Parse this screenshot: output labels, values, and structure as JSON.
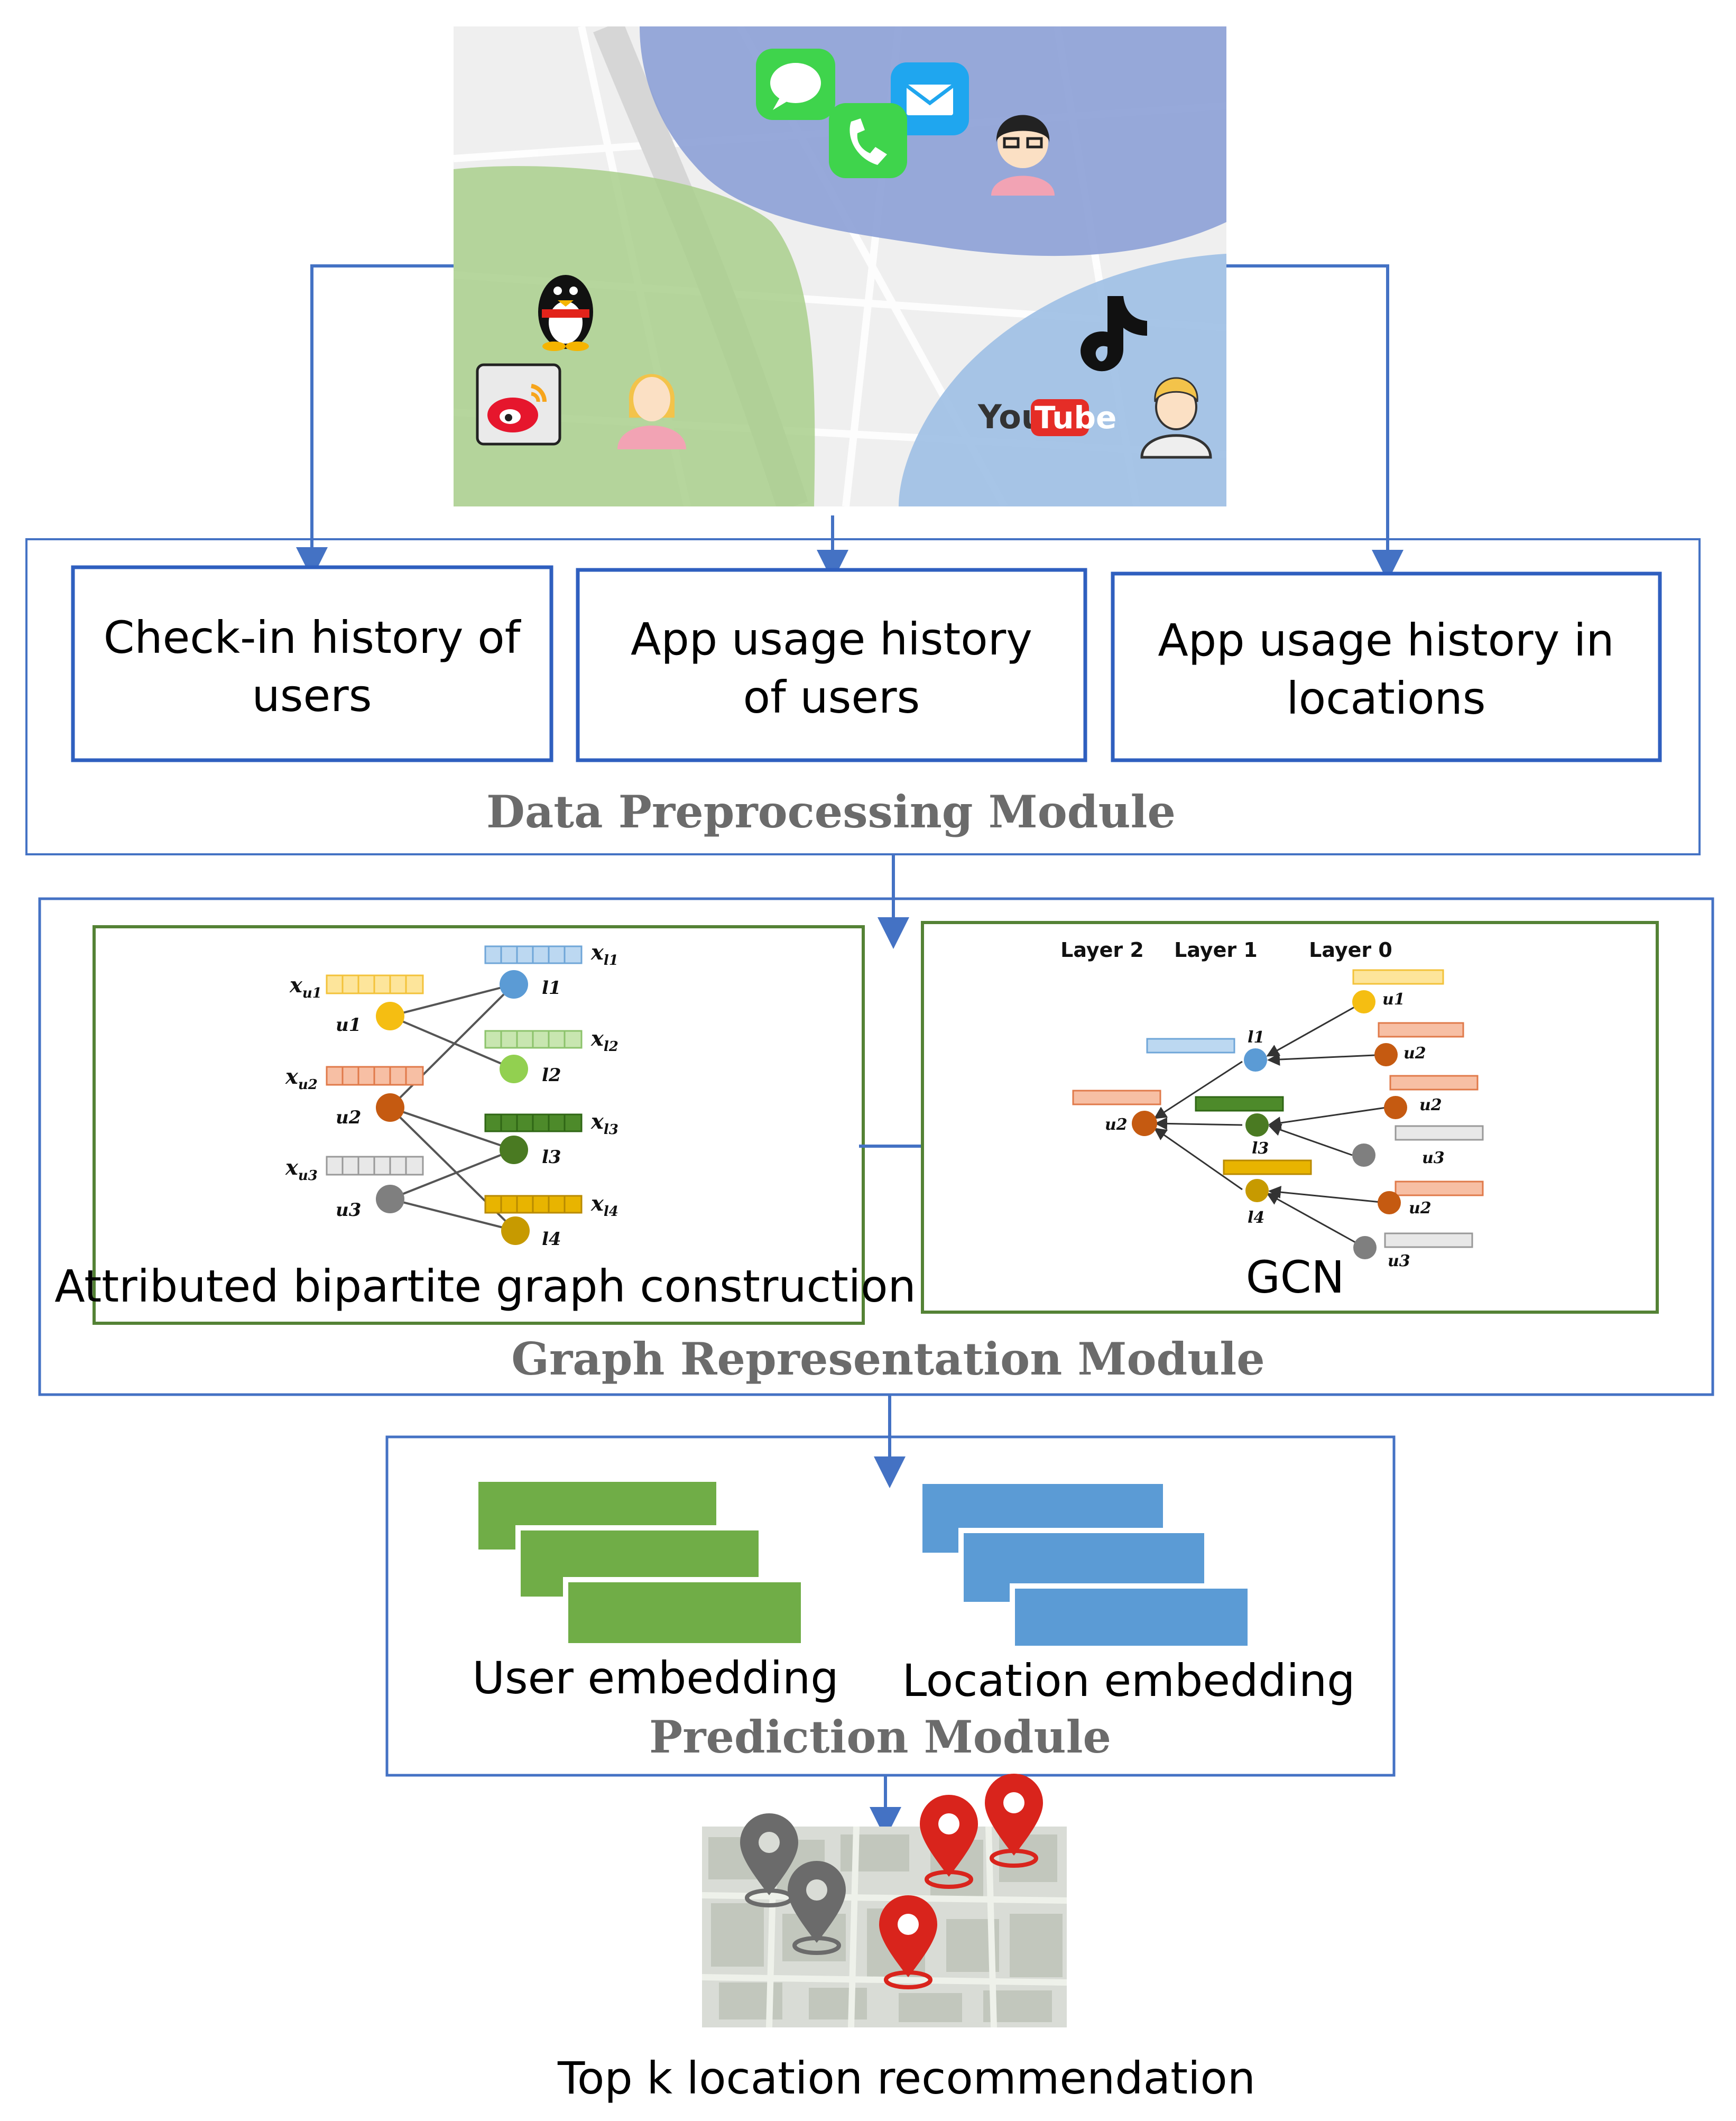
{
  "data_boxes": [
    {
      "line1": "Check-in history of",
      "line2": "users"
    },
    {
      "line1": "App usage history",
      "line2": "of users"
    },
    {
      "line1": "App usage history in",
      "line2": "locations"
    }
  ],
  "modules": {
    "preprocessing": "Data Preprocessing Module",
    "graph": "Graph Representation Module",
    "prediction": "Prediction Module"
  },
  "graph_panels": {
    "bipartite_title": "Attributed bipartite graph construction",
    "gcn_title": "GCN",
    "layers": [
      "Layer 2",
      "Layer 1",
      "Layer 0"
    ]
  },
  "graph_vars": {
    "x": "x",
    "u1": "u1",
    "u2": "u2",
    "u3": "u3",
    "l1": "l1",
    "l2": "l2",
    "l3": "l3",
    "l4": "l4",
    "xu1": "u1",
    "xu2": "u2",
    "xu3": "u3",
    "xl1": "l1",
    "xl2": "l2",
    "xl3": "l3",
    "xl4": "l4"
  },
  "embeddings": {
    "user": "User embedding",
    "location": "Location embedding"
  },
  "map_logos": {
    "youtube_you": "You",
    "youtube_tube": "Tube"
  },
  "output_label": "Top k location recommendation",
  "colors": {
    "arrow_blue": "#4472c4",
    "box_blue": "#2f5fbf",
    "panel_green": "#548235",
    "user_green": "#70ad47",
    "location_blue": "#5b9bd5",
    "pin_red": "#d9241c",
    "pin_gray": "#6b6b6b"
  }
}
